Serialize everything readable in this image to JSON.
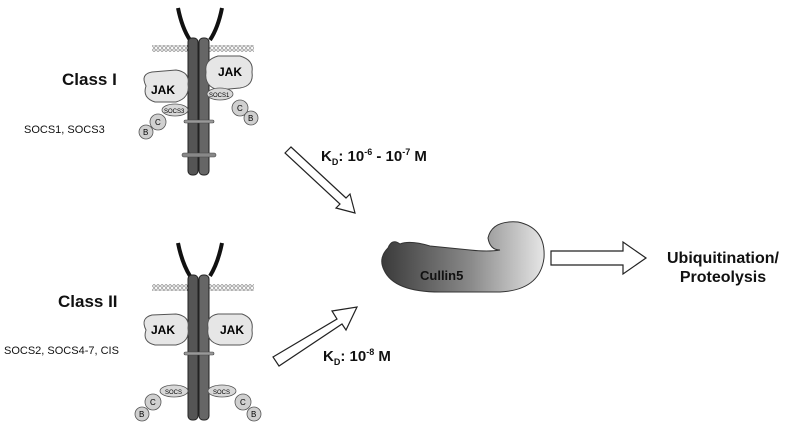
{
  "class1": {
    "title": "Class I",
    "members": "SOCS1, SOCS3",
    "jak_left": "JAK",
    "jak_right": "JAK",
    "socs_left": "SOCS3",
    "socs_right": "SOCS1",
    "elongin_c": "C",
    "elongin_b": "B"
  },
  "class2": {
    "title": "Class II",
    "members": "SOCS2, SOCS4-7, CIS",
    "jak_left": "JAK",
    "jak_right": "JAK",
    "socs_left": "SOCS",
    "socs_right": "SOCS",
    "elongin_c": "C",
    "elongin_b": "B"
  },
  "kd1": {
    "prefix": "K",
    "sub": "D",
    "middle": ": 10",
    "exp1": "-6",
    "dash": " - 10",
    "exp2": "-7",
    "unit": " M"
  },
  "kd2": {
    "prefix": "K",
    "sub": "D",
    "middle": ": 10",
    "exp1": "-8",
    "unit": " M"
  },
  "cullin": "Cullin5",
  "outcome_line1": "Ubiquitination/",
  "outcome_line2": "Proteolysis"
}
